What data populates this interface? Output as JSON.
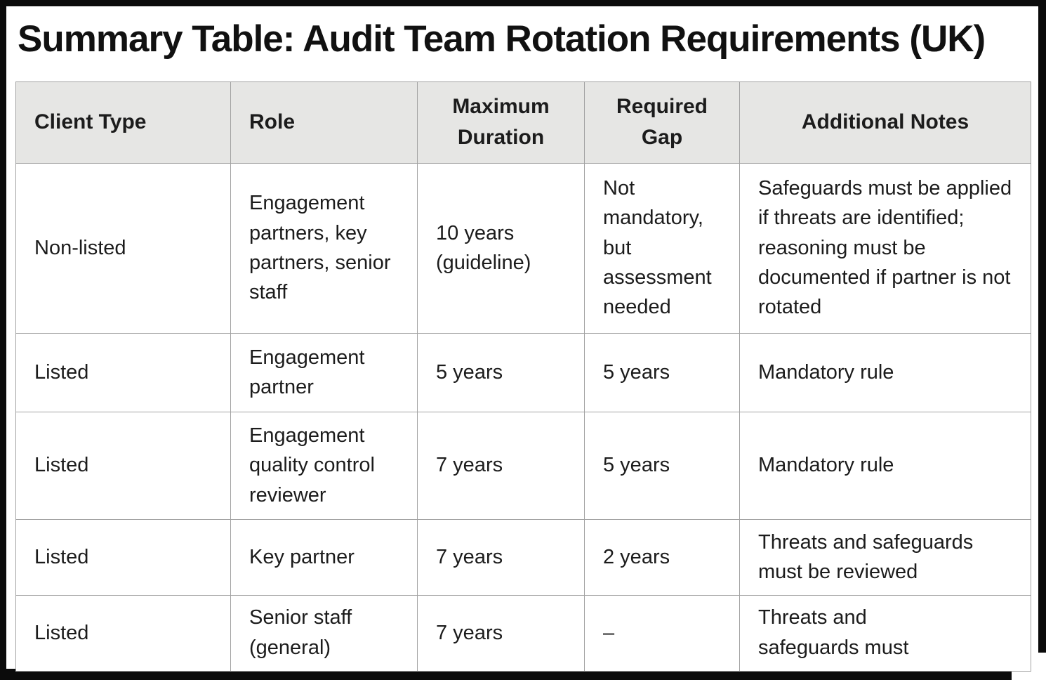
{
  "title": "Summary Table: Audit Team Rotation Requirements (UK)",
  "colors": {
    "frame": "#0b0b0b",
    "header_bg": "#e6e6e4",
    "grid_line": "#a2a2a2",
    "text": "#1c1c1c"
  },
  "table": {
    "columns": [
      {
        "label": "Client Type",
        "align": "left"
      },
      {
        "label": "Role",
        "align": "left"
      },
      {
        "label": "Maximum Duration",
        "align": "center"
      },
      {
        "label": "Required Gap",
        "align": "center"
      },
      {
        "label": "Additional Notes",
        "align": "center"
      }
    ],
    "rows": [
      {
        "cells": [
          "Non-listed",
          "Engagement partners, key partners, senior staff",
          "10 years (guideline)",
          "Not mandatory, but assessment needed",
          "Safeguards must be applied if threats are identified; reasoning must be documented if partner is not rotated"
        ]
      },
      {
        "cells": [
          "Listed",
          "Engagement partner",
          "5 years",
          "5 years",
          "Mandatory rule"
        ]
      },
      {
        "cells": [
          "Listed",
          "Engagement quality control reviewer",
          "7 years",
          "5 years",
          "Mandatory rule"
        ]
      },
      {
        "cells": [
          "Listed",
          "Key partner",
          "7 years",
          "2 years",
          "Threats and safeguards must be reviewed"
        ]
      },
      {
        "cells": [
          "Listed",
          "Senior staff (general)",
          "7 years",
          "–",
          "Threats and\nsafeguards must"
        ]
      }
    ]
  }
}
